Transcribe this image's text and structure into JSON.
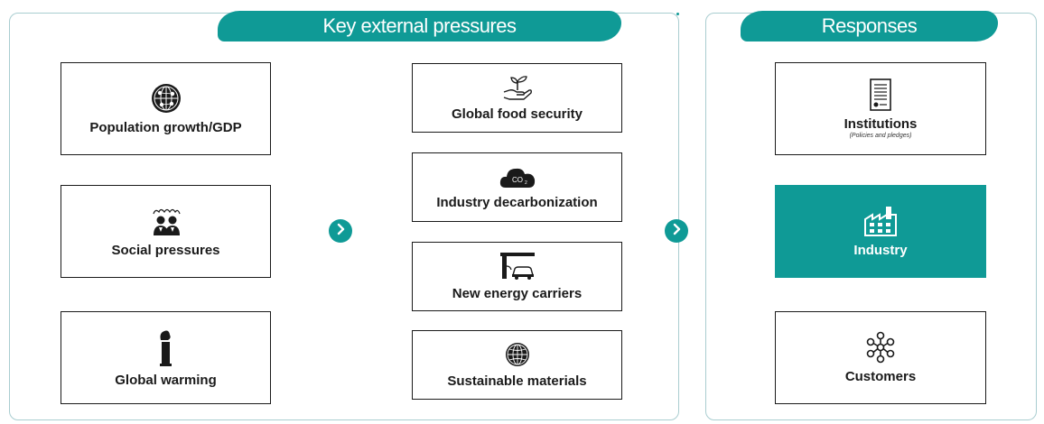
{
  "pressures": {
    "title": "Key external pressures",
    "items": [
      {
        "label": "Population growth/GDP",
        "icon": "globe-network-icon"
      },
      {
        "label": "Social pressures",
        "icon": "people-icon"
      },
      {
        "label": "Global warming",
        "icon": "smokestack-icon"
      },
      {
        "label": "Global food security",
        "icon": "hand-plant-icon"
      },
      {
        "label": "Industry decarbonization",
        "icon": "co2-cloud-icon"
      },
      {
        "label": "New energy carriers",
        "icon": "charging-car-icon"
      },
      {
        "label": "Sustainable materials",
        "icon": "globe-icon"
      }
    ]
  },
  "responses": {
    "title": "Responses",
    "items": [
      {
        "label": "Institutions",
        "sub": "(Policies and pledges)",
        "icon": "document-icon"
      },
      {
        "label": "Industry",
        "icon": "factory-icon"
      },
      {
        "label": "Customers",
        "icon": "network-icon"
      }
    ]
  },
  "colors": {
    "accent": "#0f9a96",
    "border": "#1a1a1a"
  }
}
